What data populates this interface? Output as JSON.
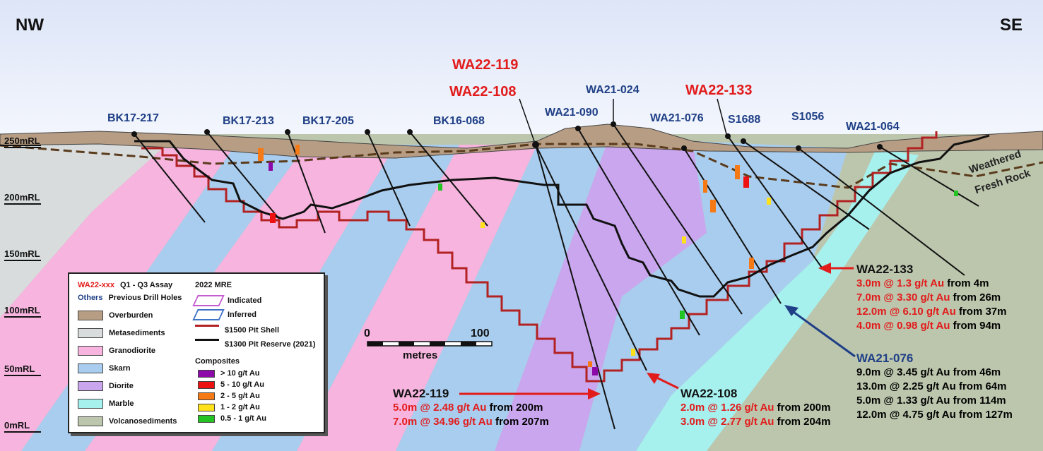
{
  "directions": {
    "left": "NW",
    "right": "SE"
  },
  "elevation_labels": [
    "250mRL",
    "200mRL",
    "150mRL",
    "100mRL",
    "50mRL",
    "0mRL"
  ],
  "drill_holes": {
    "previous": [
      "BK17-217",
      "BK17-213",
      "BK17-205",
      "BK16-068",
      "WA21-024",
      "WA21-090",
      "WA21-076",
      "S1688",
      "S1056",
      "WA21-064"
    ],
    "q1_q3": [
      "WA22-119",
      "WA22-108",
      "WA22-133"
    ]
  },
  "weathering": {
    "upper": "Weathered",
    "lower": "Fresh Rock"
  },
  "scale_bar": {
    "start": "0",
    "end": "100",
    "unit": "metres"
  },
  "legend": {
    "assay_key": "WA22-xxx",
    "assay_desc": "Q1 - Q3 Assay",
    "others_key": "Others",
    "others_desc": "Previous Drill Holes",
    "mre_title": "2022 MRE",
    "lithology": [
      {
        "label": "Overburden",
        "color": "#b79d84"
      },
      {
        "label": "Metasediments",
        "color": "#d8dcdc"
      },
      {
        "label": "Granodiorite",
        "color": "#f6b4de"
      },
      {
        "label": "Skarn",
        "color": "#a9cdee"
      },
      {
        "label": "Diorite",
        "color": "#c9a6ee"
      },
      {
        "label": "Marble",
        "color": "#a6f0ee"
      },
      {
        "label": "Volcanosediments",
        "color": "#bcc6ad"
      }
    ],
    "mre": [
      {
        "label": "Indicated",
        "color": "#c45bd0"
      },
      {
        "label": "Inferred",
        "color": "#3f74c8"
      }
    ],
    "pits": [
      {
        "label": "$1500 Pit Shell",
        "color": "#b32222"
      },
      {
        "label": "$1300 Pit Reserve (2021)",
        "color": "#111111"
      }
    ],
    "composites_title": "Composites",
    "composites": [
      {
        "label": "> 10 g/t Au",
        "color": "#8b0aa8"
      },
      {
        "label": "5 - 10 g/t Au",
        "color": "#ee1111"
      },
      {
        "label": "2 - 5 g/t Au",
        "color": "#f57a16"
      },
      {
        "label": "1 - 2 g/t Au",
        "color": "#ffe11a"
      },
      {
        "label": "0.5 - 1 g/t Au",
        "color": "#22c322"
      }
    ]
  },
  "annotations": {
    "wa22_133": {
      "title": "WA22-133",
      "lines": [
        {
          "hi": "3.0m @ 1.3 g/t Au",
          "rest": "from 4m"
        },
        {
          "hi": "7.0m @ 3.30 g/t Au",
          "rest": "from 26m"
        },
        {
          "hi": "12.0m @ 6.10 g/t Au",
          "rest": "from 37m"
        },
        {
          "hi": "4.0m @ 0.98 g/t Au",
          "rest": "from 94m"
        }
      ]
    },
    "wa21_076": {
      "title": "WA21-076",
      "lines": [
        "9.0m @ 3.45 g/t Au from 46m",
        "13.0m @ 2.25 g/t Au from 64m",
        "5.0m @ 1.33 g/t Au from 114m",
        "12.0m @ 4.75 g/t Au from 127m"
      ]
    },
    "wa22_119": {
      "title": "WA22-119",
      "lines": [
        {
          "hi": "5.0m @ 2.48 g/t Au",
          "rest": "from 200m"
        },
        {
          "hi": "7.0m @ 34.96 g/t Au",
          "rest": "from 207m"
        }
      ]
    },
    "wa22_108": {
      "title": "WA22-108",
      "lines": [
        {
          "hi": "2.0m @ 1.26 g/t Au",
          "rest": "from 200m"
        },
        {
          "hi": "3.0m @ 2.77 g/t Au",
          "rest": "from 204m"
        }
      ]
    }
  }
}
